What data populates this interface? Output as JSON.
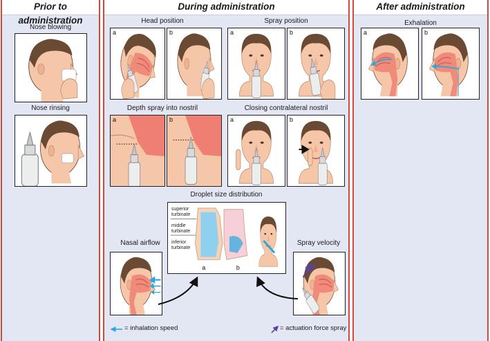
{
  "columns": {
    "prior": "Prior to administration",
    "during": "During administration",
    "after": "After administration"
  },
  "labels": {
    "nose_blowing": "Nose blowing",
    "nose_rinsing": "Nose rinsing",
    "head_position": "Head position",
    "spray_position": "Spray position",
    "depth_spray": "Depth spray into nostril",
    "closing_nostril": "Closing contralateral nostril",
    "droplet_size": "Droplet size distribution",
    "nasal_airflow": "Nasal airflow",
    "spray_velocity": "Spray velocity",
    "exhalation": "Exhalation"
  },
  "sub": {
    "a": "a",
    "b": "b"
  },
  "turbinates": {
    "superior": [
      "superior",
      "turbinate"
    ],
    "middle": [
      "middle",
      "turbinate"
    ],
    "inferior": [
      "inferior",
      "turbinate"
    ]
  },
  "legend": {
    "inhalation": "= inhalation speed",
    "actuation": "= actuation force spray"
  },
  "colors": {
    "accent_red": "#d04a3a",
    "panel_bg": "#e3e6f3",
    "skin": "#f6c6a8",
    "hair": "#6b4a33",
    "tissue": "#ef7f73",
    "airflow": "#29a8df",
    "spray_arrow": "#5a43a6"
  }
}
